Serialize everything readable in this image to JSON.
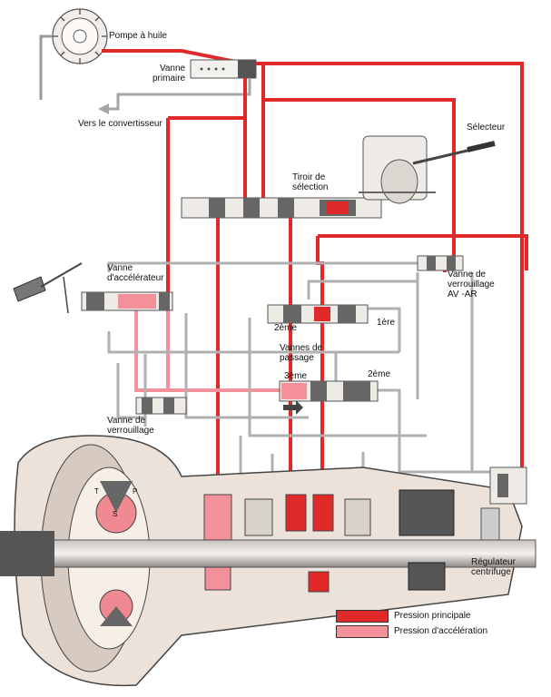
{
  "labels": {
    "oil_pump": "Pompe à huile",
    "primary_valve": [
      "Vanne",
      "primaire"
    ],
    "converter": "Vers le convertisseur",
    "selector": "Sélecteur",
    "selection_spool": [
      "Tiroir de",
      "sélection"
    ],
    "throttle_valve": [
      "Vanne",
      "d'accélérateur"
    ],
    "lock_valve_front_rear": [
      "Vanne de",
      "verrouillage",
      "AV -AR"
    ],
    "shift_2": "2ème",
    "shift_1": "1ère",
    "shift_valves": [
      "Vannes de",
      "passage"
    ],
    "shift_3": "3ème",
    "shift_2b": "2ème",
    "lock_valve": [
      "Vanne de",
      "verrouillage"
    ],
    "governor": [
      "Régulateur",
      "centrifuge"
    ],
    "converter_t": "T",
    "converter_p": "P",
    "converter_s": "S"
  },
  "legend": [
    {
      "label": "Pression principale",
      "color": "#e02a2a"
    },
    {
      "label": "Pression d'accélération",
      "color": "#f4909a"
    }
  ],
  "colors": {
    "main_pressure": "#e02a2a",
    "throttle_pressure": "#f4909a",
    "pipe_outline": "#8a8a8a",
    "housing": "#e9dfd6",
    "valve_body": "#6b6b6b"
  }
}
